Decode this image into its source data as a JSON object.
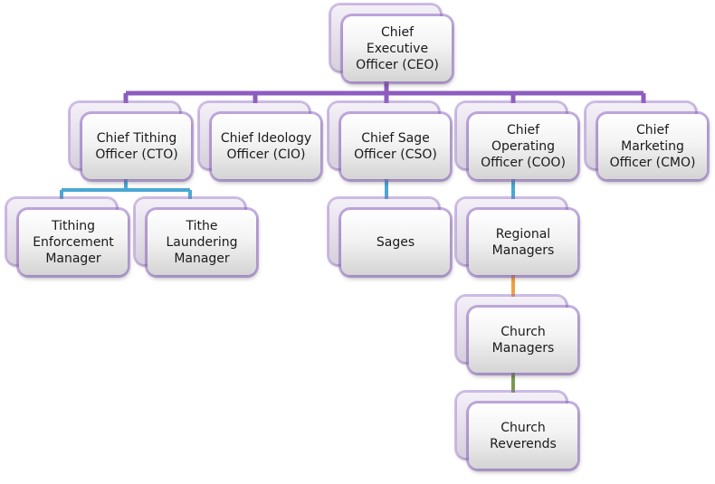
{
  "colors": {
    "purple": "#8e5cc0",
    "blue": "#4aa8d4",
    "orange": "#f0a040",
    "green": "#7a9a50",
    "red": "#d85050"
  },
  "nodes": {
    "ceo": {
      "label": "Chief Executive\nOfficer (CEO)",
      "accent": "red"
    },
    "cto": {
      "label": "Chief Tithing\nOfficer (CTO)",
      "accent": "purple"
    },
    "cio": {
      "label": "Chief Ideology\nOfficer (CIO)",
      "accent": "purple"
    },
    "cso": {
      "label": "Chief Sage\nOfficer (CSO)",
      "accent": "purple"
    },
    "coo": {
      "label": "Chief\nOperating\nOfficer (COO)",
      "accent": "purple"
    },
    "cmo": {
      "label": "Chief\nMarketing\nOfficer (CMO)",
      "accent": "purple"
    },
    "tem": {
      "label": "Tithing\nEnforcement\nManager",
      "accent": "blue"
    },
    "tlm": {
      "label": "Tithe\nLaundering\nManager",
      "accent": "blue"
    },
    "sages": {
      "label": "Sages",
      "accent": "blue"
    },
    "rm": {
      "label": "Regional\nManagers",
      "accent": "blue"
    },
    "cm": {
      "label": "Church\nManagers",
      "accent": "orange"
    },
    "cr": {
      "label": "Church\nReverends",
      "accent": "green"
    }
  }
}
